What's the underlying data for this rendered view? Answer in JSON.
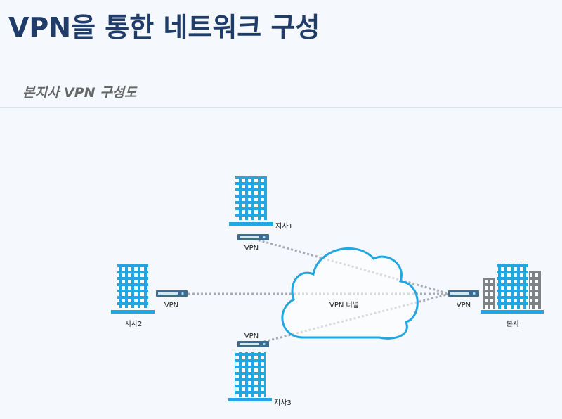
{
  "header": {
    "title": "VPN을 통한 네트워크 구성",
    "subtitle": "본지사 VPN 구성도"
  },
  "diagram": {
    "nodes": {
      "branch1": {
        "label": "지사1",
        "device_label": "VPN"
      },
      "branch2": {
        "label": "지사2",
        "device_label": "VPN"
      },
      "branch3": {
        "label": "지사3",
        "device_label": "VPN"
      },
      "hq": {
        "label": "본사",
        "device_label": "VPN"
      }
    },
    "cloud_label": "VPN 터널",
    "colors": {
      "building_blue": "#22a7e3",
      "building_gray": "#7f8287",
      "window": "#ffffff",
      "cloud_stroke": "#22a7e3",
      "tunnel_line": "#a9adb3",
      "title": "#1f3d68"
    }
  }
}
